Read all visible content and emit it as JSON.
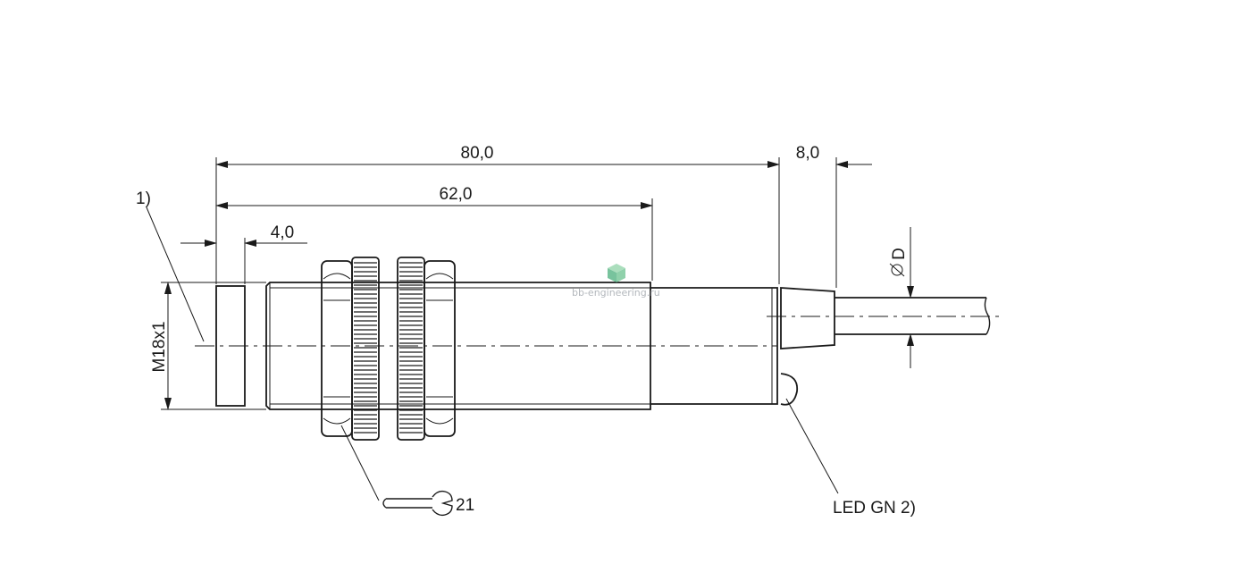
{
  "labels": {
    "dim_total": "80,0",
    "dim_thread_len": "62,0",
    "dim_face": "4,0",
    "dim_tail": "8,0",
    "dim_thread": "M18x1",
    "dim_cable": "D",
    "note_1": "1)",
    "wrench": "21",
    "led": "LED GN 2)",
    "watermark": "bb-engineering.ru"
  },
  "colors": {
    "line": "#1a1a1a",
    "watermark": "#9aa0a6",
    "logo": "#4caf7d"
  }
}
